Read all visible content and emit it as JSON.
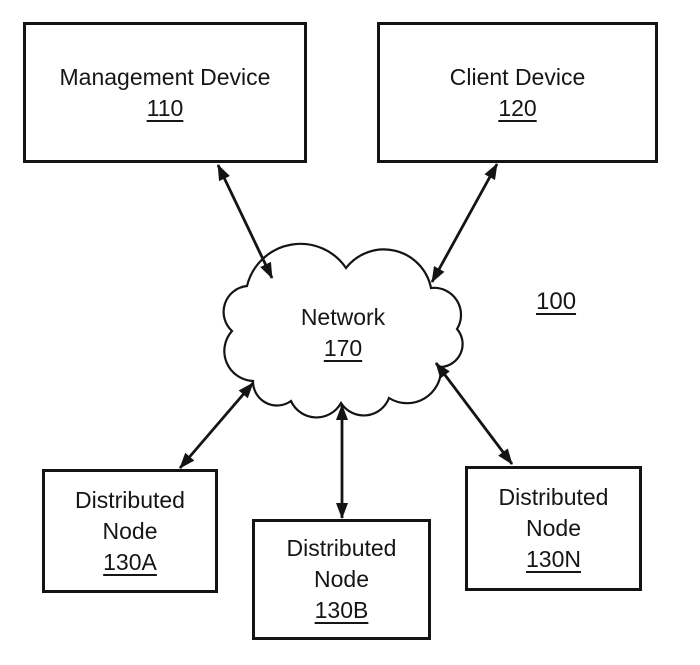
{
  "figure": {
    "figure_ref": "100",
    "nodes": {
      "management": {
        "label": "Management Device",
        "ref": "110"
      },
      "client": {
        "label": "Client Device",
        "ref": "120"
      },
      "network": {
        "label": "Network",
        "ref": "170"
      },
      "nodeA": {
        "line1": "Distributed",
        "line2": "Node",
        "ref": "130A"
      },
      "nodeB": {
        "line1": "Distributed",
        "line2": "Node",
        "ref": "130B"
      },
      "nodeN": {
        "line1": "Distributed",
        "line2": "Node",
        "ref": "130N"
      }
    },
    "connections": [
      {
        "from": "Management Device 110",
        "to": "Network 170",
        "type": "bidirectional"
      },
      {
        "from": "Client Device 120",
        "to": "Network 170",
        "type": "bidirectional"
      },
      {
        "from": "Distributed Node 130A",
        "to": "Network 170",
        "type": "bidirectional"
      },
      {
        "from": "Distributed Node 130B",
        "to": "Network 170",
        "type": "bidirectional"
      },
      {
        "from": "Distributed Node 130N",
        "to": "Network 170",
        "type": "bidirectional"
      }
    ],
    "colors": {
      "line": "#141414",
      "background": "#ffffff"
    }
  }
}
